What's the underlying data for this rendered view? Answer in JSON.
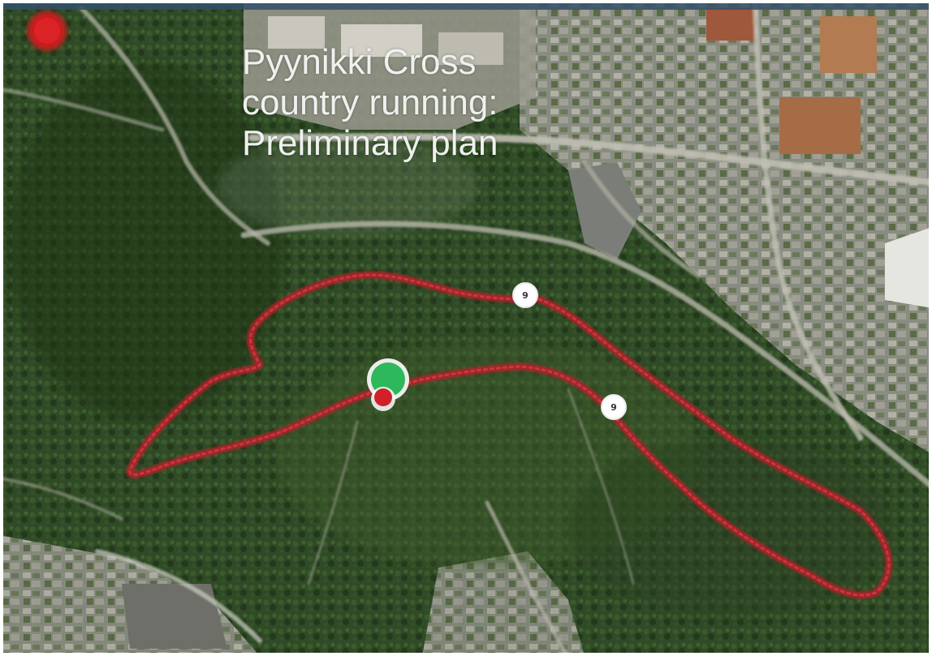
{
  "map": {
    "type": "satellite",
    "title_lines": [
      "Pyynikki Cross",
      "country  running:",
      "Preliminary  plan"
    ],
    "checkpoints": [
      {
        "label": "9"
      },
      {
        "label": "9"
      }
    ],
    "colors": {
      "route": "#b0202a",
      "start": "#2eb85c",
      "finish": "#d0202a",
      "corner_marker": "#c81a1e",
      "forest": "#2c4a22",
      "urban": "#8a8a80"
    },
    "icons": [
      "start-marker-icon",
      "finish-marker-icon",
      "corner-marker-icon",
      "checkpoint-icon"
    ]
  }
}
